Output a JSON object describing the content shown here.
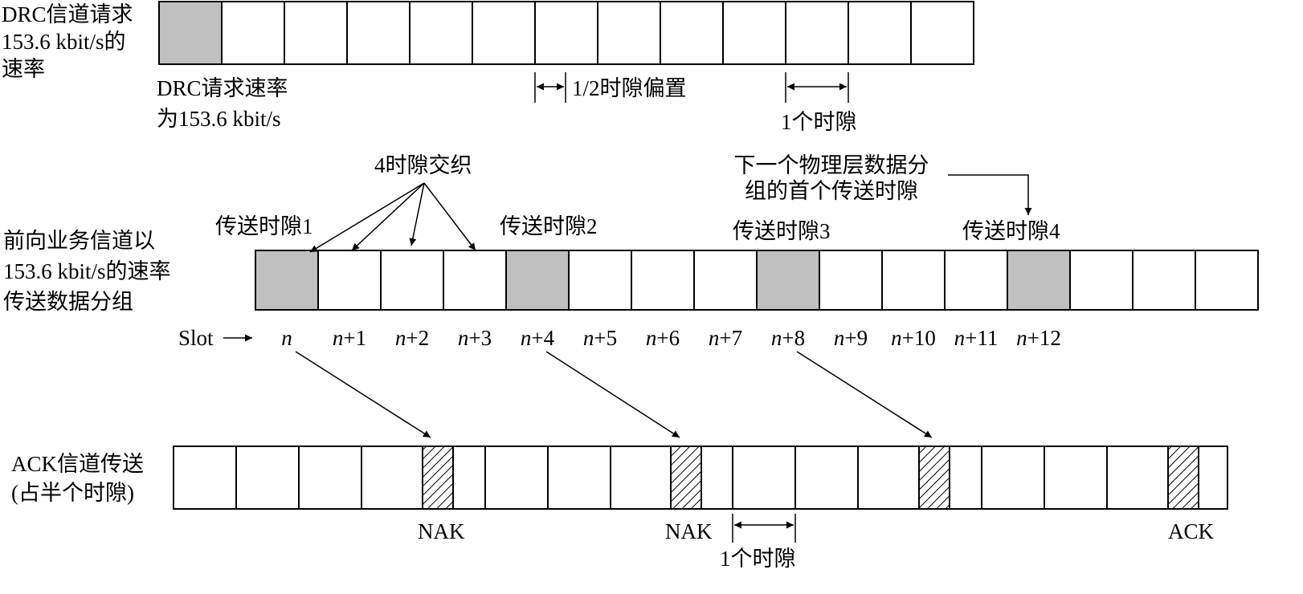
{
  "drc": {
    "side_label": [
      "DRC信道请求",
      "153.6 kbit/s的",
      "速率"
    ],
    "below_label": [
      "DRC请求速率",
      "为153.6 kbit/s"
    ],
    "offset_label": "1/2时隙偏置",
    "slot_label": "1个时隙"
  },
  "forward": {
    "side_label": [
      "前向业务信道以",
      "153.6 kbit/s的速率",
      "传送数据分组"
    ],
    "interleave_label": "4时隙交织",
    "next_packet_label": [
      "下一个物理层数据分",
      "组的首个传送时隙"
    ],
    "tx_labels": [
      "传送时隙1",
      "传送时隙2",
      "传送时隙3",
      "传送时隙4"
    ],
    "slot_prefix": "Slot",
    "slot_numbers": [
      {
        "base": "n",
        "suffix": ""
      },
      {
        "base": "n",
        "suffix": "+1"
      },
      {
        "base": "n",
        "suffix": "+2"
      },
      {
        "base": "n",
        "suffix": "+3"
      },
      {
        "base": "n",
        "suffix": "+4"
      },
      {
        "base": "n",
        "suffix": "+5"
      },
      {
        "base": "n",
        "suffix": "+6"
      },
      {
        "base": "n",
        "suffix": "+7"
      },
      {
        "base": "n",
        "suffix": "+8"
      },
      {
        "base": "n",
        "suffix": "+9"
      },
      {
        "base": "n",
        "suffix": "+10"
      },
      {
        "base": "n",
        "suffix": "+11"
      },
      {
        "base": "n",
        "suffix": "+12"
      }
    ]
  },
  "ack": {
    "side_label": [
      "ACK信道传送",
      "(占半个时隙)"
    ],
    "responses": [
      "NAK",
      "NAK",
      "ACK"
    ],
    "slot_label": "1个时隙"
  },
  "colors": {
    "shaded": "#c0c0c0",
    "line": "#000000",
    "background": "#ffffff"
  }
}
